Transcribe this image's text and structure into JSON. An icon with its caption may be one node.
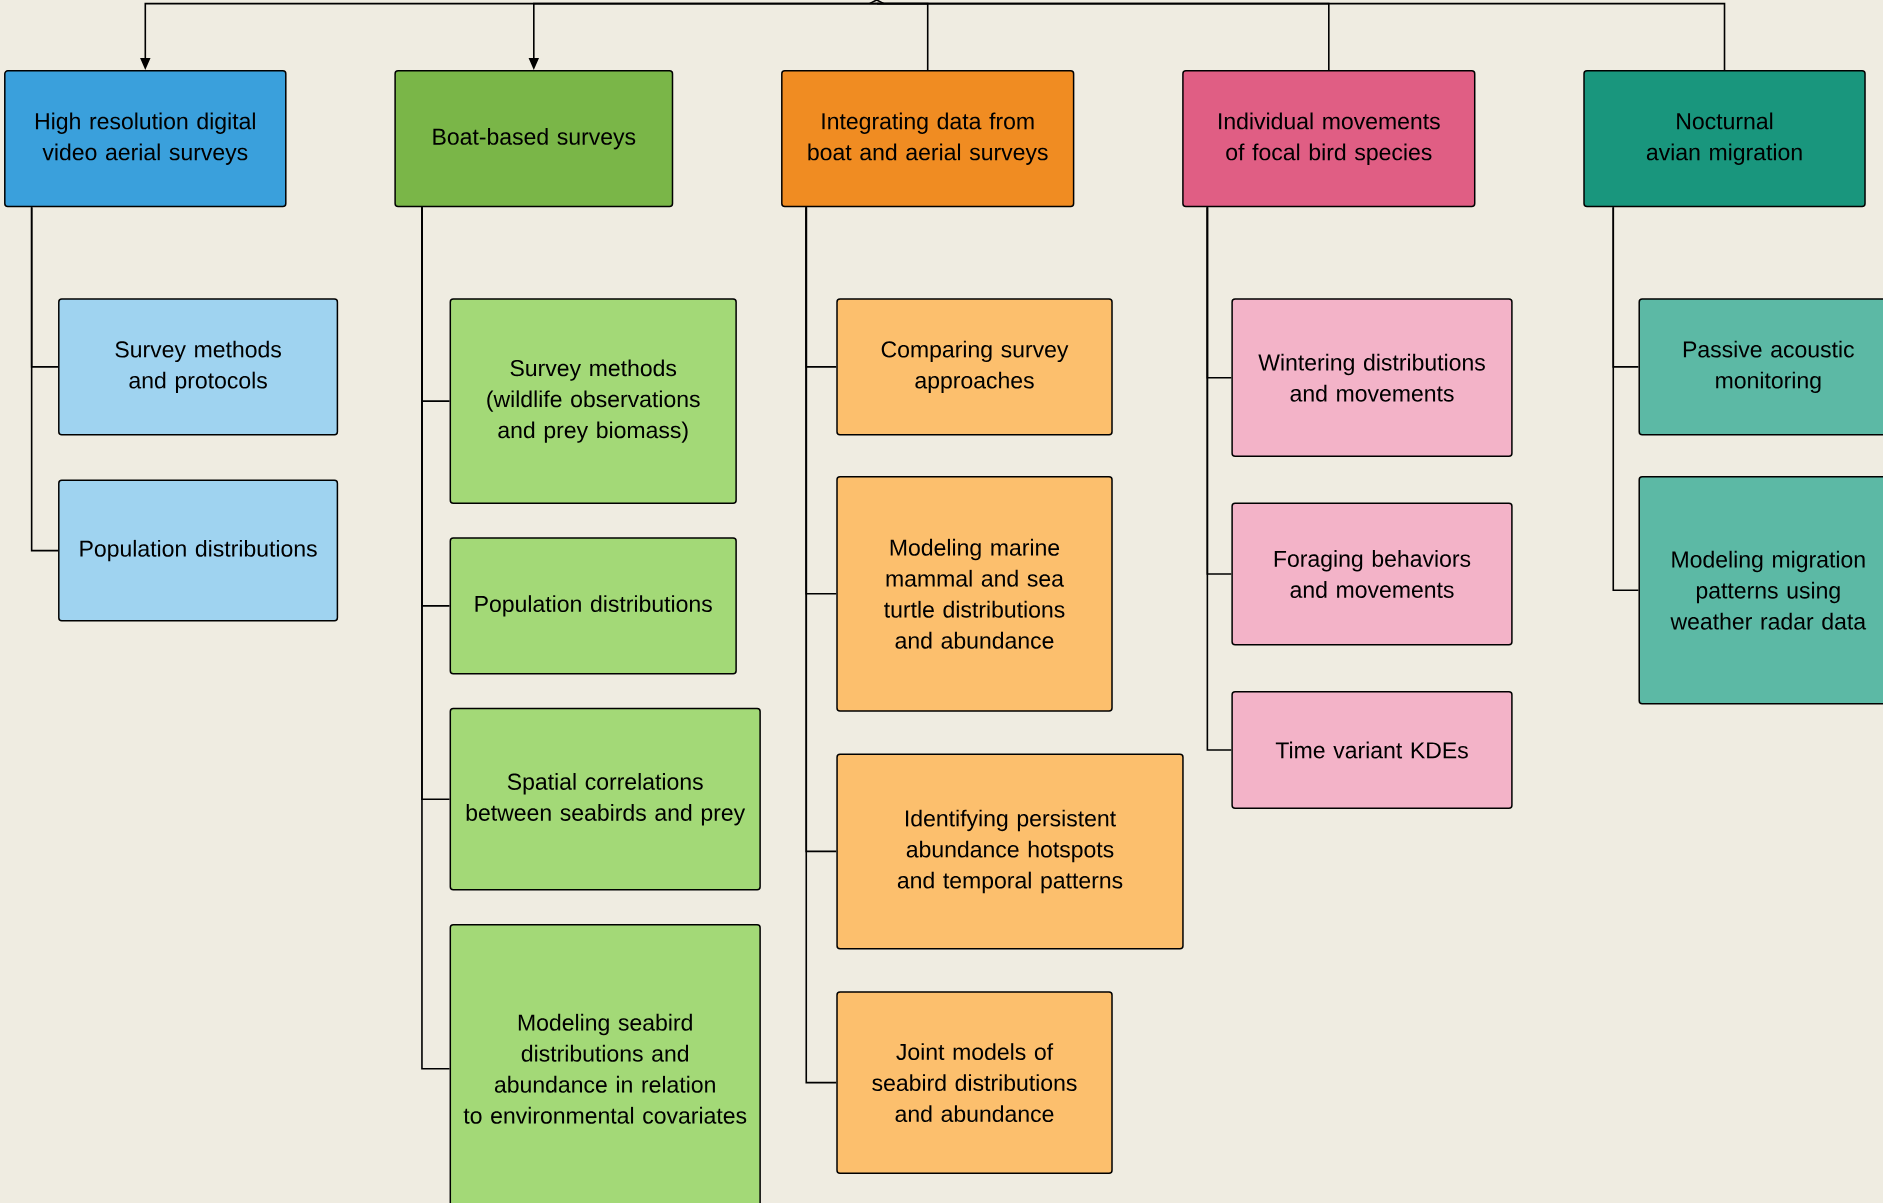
{
  "diagram": {
    "nodes": [
      {
        "text": [
          "High resolution digital video aerial surveys"
        ]
      },
      {
        "text": [
          "Boat-based surveys"
        ]
      },
      {
        "text": [
          "Integrating data from boat and aerial surveys"
        ]
      },
      {
        "text": [
          "Individual movements of focal bird species"
        ]
      },
      {
        "text": [
          "Nocturnal avian migration"
        ]
      },
      {
        "text": [
          "Survey methods and protocols"
        ]
      },
      {
        "text": [
          "Population distributions"
        ]
      },
      {
        "text": [
          "Survey methods (wildlife observations and prey biomass)"
        ]
      },
      {
        "text": [
          "Population distributions"
        ]
      },
      {
        "text": [
          "Spatial correlations between seabirds and prey"
        ]
      },
      {
        "text": [
          "Modeling seabird distributions and abundance in relation to environmental covariates"
        ]
      },
      {
        "text": [
          "Comparing survey approaches"
        ]
      },
      {
        "text": [
          "Modeling marine mammal and sea turtle distributions and abundance"
        ]
      },
      {
        "text": [
          "Identifying persistent abundance hotspots and temporal patterns"
        ]
      },
      {
        "text": [
          "Joint models of seabird distributions and abundance"
        ]
      },
      {
        "text": [
          "Wintering distributions and movements"
        ]
      },
      {
        "text": [
          "Foraging behaviors and movements"
        ]
      },
      {
        "text": [
          "Time variant KDEs"
        ]
      },
      {
        "text": [
          "Passive acoustic monitoring"
        ]
      },
      {
        "text": [
          "Modeling migration patterns using weather radar data"
        ]
      }
    ],
    "edges": [
      {
        "from": null,
        "to": 0,
        "arrow": "to"
      },
      {
        "from": null,
        "to": 1,
        "arrow": "to"
      },
      {
        "from": null,
        "to": 2,
        "arrow": "none"
      },
      {
        "from": null,
        "to": 3,
        "arrow": "none"
      },
      {
        "from": null,
        "to": 4,
        "arrow": "none"
      },
      {
        "from": 0,
        "to": 5,
        "arrow": "none"
      },
      {
        "from": 0,
        "to": 6,
        "arrow": "none"
      },
      {
        "from": 1,
        "to": 7,
        "arrow": "none"
      },
      {
        "from": 1,
        "to": 8,
        "arrow": "none"
      },
      {
        "from": 1,
        "to": 9,
        "arrow": "none"
      },
      {
        "from": 1,
        "to": 10,
        "arrow": "none"
      },
      {
        "from": 2,
        "to": 11,
        "arrow": "none"
      },
      {
        "from": 2,
        "to": 12,
        "arrow": "none"
      },
      {
        "from": 2,
        "to": 13,
        "arrow": "none"
      },
      {
        "from": 2,
        "to": 14,
        "arrow": "none"
      },
      {
        "from": 3,
        "to": 15,
        "arrow": "none"
      },
      {
        "from": 3,
        "to": 16,
        "arrow": "none"
      },
      {
        "from": 3,
        "to": 17,
        "arrow": "none"
      },
      {
        "from": 4,
        "to": 18,
        "arrow": "none"
      },
      {
        "from": 4,
        "to": 19,
        "arrow": "none"
      }
    ]
  }
}
